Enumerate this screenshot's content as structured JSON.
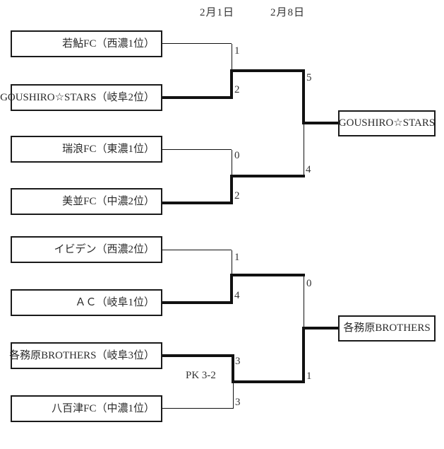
{
  "header": {
    "round1_date": "2月1日",
    "round2_date": "2月8日"
  },
  "bracket": {
    "teams": [
      {
        "name": "若鮎FC（西濃1位）",
        "score": "1"
      },
      {
        "name": "GOUSHIRO☆STARS（岐阜2位）",
        "score": "2"
      },
      {
        "name": "瑞浪FC（東濃1位）",
        "score": "0"
      },
      {
        "name": "美並FC（中濃2位）",
        "score": "2"
      },
      {
        "name": "イビデン（西濃2位）",
        "score": "1"
      },
      {
        "name": "ＡＣ（岐阜1位）",
        "score": "4"
      },
      {
        "name": "各務原BROTHERS（岐阜3位）",
        "score": "3"
      },
      {
        "name": "八百津FC（中濃1位）",
        "score": "3"
      }
    ],
    "semifinals": [
      {
        "top_score": "5",
        "bottom_score": "4",
        "winner": "GOUSHIRO☆STARS"
      },
      {
        "top_score": "0",
        "bottom_score": "1",
        "winner": "各務原BROTHERS"
      }
    ],
    "notes": {
      "penalty_shootout": "PK 3-2"
    }
  },
  "colors": {
    "background": "#ffffff",
    "line": "#111111",
    "text": "#2b2b2b"
  }
}
